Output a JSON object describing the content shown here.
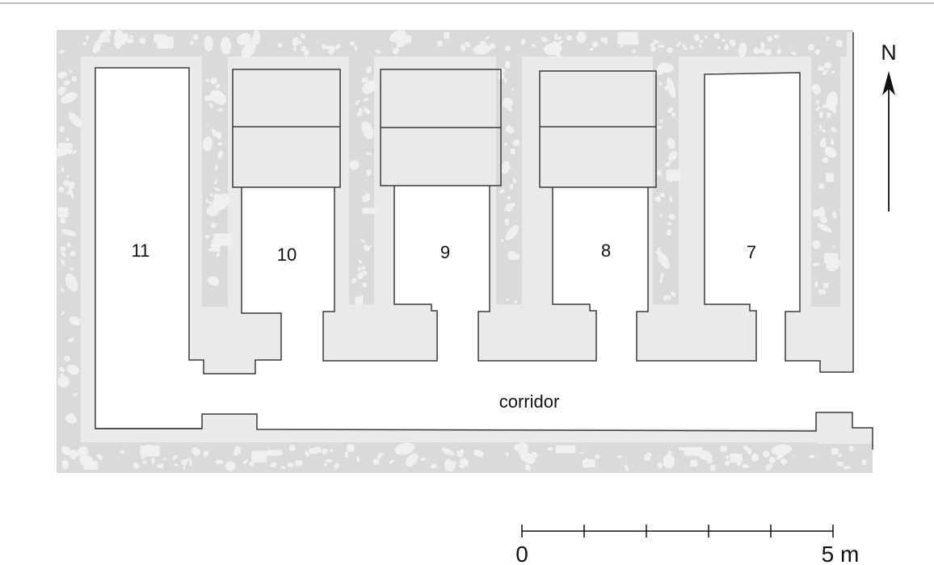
{
  "plan": {
    "rooms": [
      {
        "id": "11",
        "label": "11"
      },
      {
        "id": "10",
        "label": "10"
      },
      {
        "id": "9",
        "label": "9"
      },
      {
        "id": "8",
        "label": "8"
      },
      {
        "id": "7",
        "label": "7"
      }
    ],
    "corridor_label": "corridor",
    "north_label": "N",
    "scale": {
      "start_label": "0",
      "end_label": "5 m",
      "divisions": 5
    }
  },
  "colors": {
    "rubble": "#d9dadb",
    "light_band": "#e9eaeb",
    "pebble": "#eff0f1",
    "wall_line": "#3a3a3a",
    "box_fill": "#f6f6f6"
  }
}
